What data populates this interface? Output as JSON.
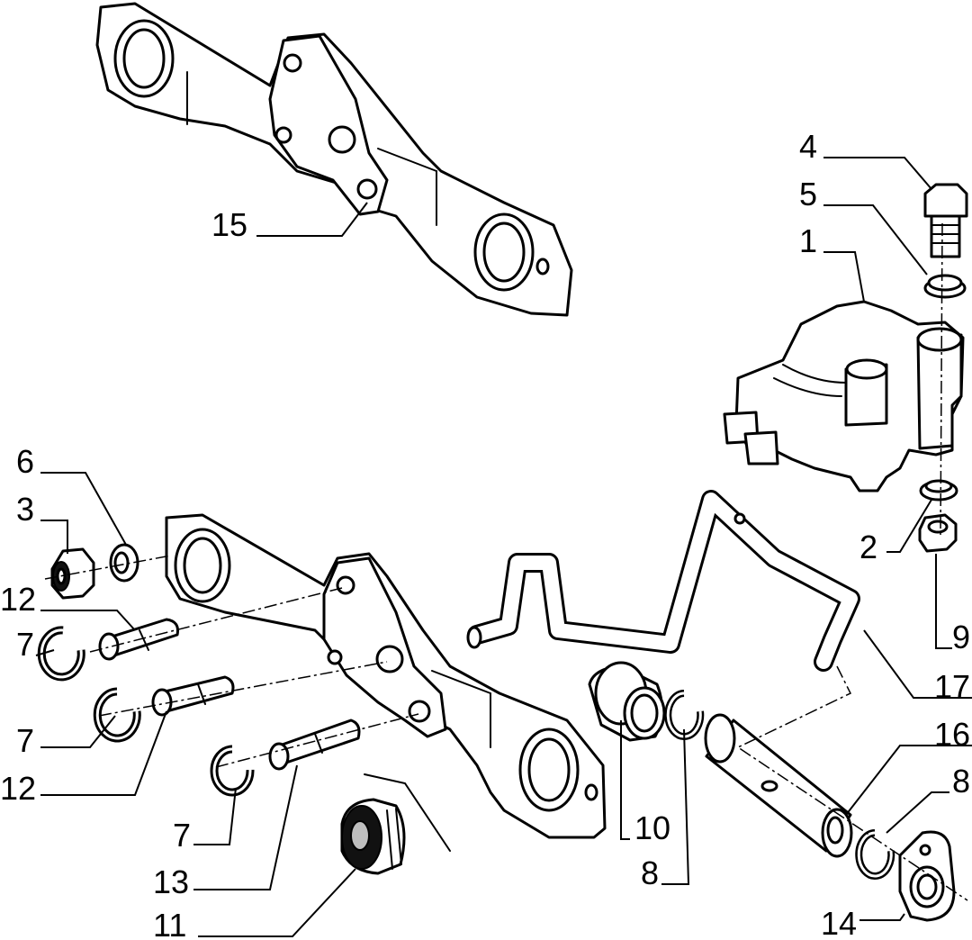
{
  "diagram": {
    "labels": [
      {
        "id": "lbl-1",
        "text": "1"
      },
      {
        "id": "lbl-2",
        "text": "2"
      },
      {
        "id": "lbl-3",
        "text": "3"
      },
      {
        "id": "lbl-4",
        "text": "4"
      },
      {
        "id": "lbl-5",
        "text": "5"
      },
      {
        "id": "lbl-6",
        "text": "6"
      },
      {
        "id": "lbl-7a",
        "text": "7"
      },
      {
        "id": "lbl-7b",
        "text": "7"
      },
      {
        "id": "lbl-7c",
        "text": "7"
      },
      {
        "id": "lbl-8a",
        "text": "8"
      },
      {
        "id": "lbl-8b",
        "text": "8"
      },
      {
        "id": "lbl-9",
        "text": "9"
      },
      {
        "id": "lbl-10",
        "text": "10"
      },
      {
        "id": "lbl-11",
        "text": "11"
      },
      {
        "id": "lbl-12a",
        "text": "12"
      },
      {
        "id": "lbl-12b",
        "text": "12"
      },
      {
        "id": "lbl-13",
        "text": "13"
      },
      {
        "id": "lbl-14",
        "text": "14"
      },
      {
        "id": "lbl-15",
        "text": "15"
      },
      {
        "id": "lbl-16",
        "text": "16"
      },
      {
        "id": "lbl-17",
        "text": "17"
      }
    ]
  }
}
